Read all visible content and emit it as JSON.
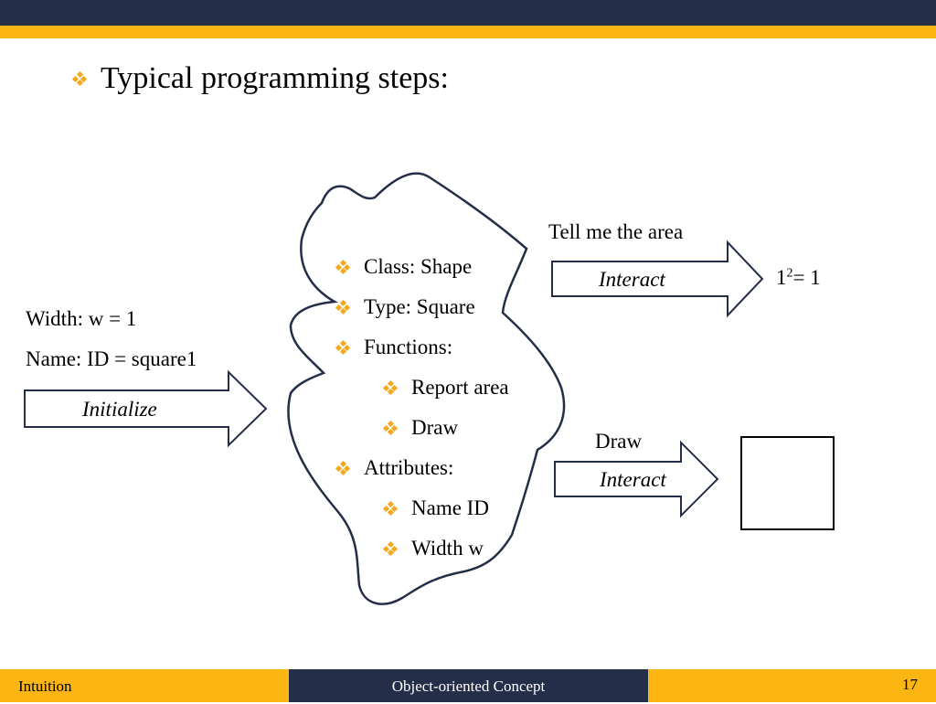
{
  "slide": {
    "heading": "Typical programming steps:",
    "left": {
      "width_label": "Width: w = 1",
      "name_label": "Name: ID = square1",
      "initialize_label": "Initialize"
    },
    "object_list": [
      {
        "text": "Class: Shape",
        "level": 1
      },
      {
        "text": "Type: Square",
        "level": 1
      },
      {
        "text": "Functions:",
        "level": 1
      },
      {
        "text": "Report area",
        "level": 2
      },
      {
        "text": "Draw",
        "level": 2
      },
      {
        "text": "Attributes:",
        "level": 1
      },
      {
        "text": "Name ID",
        "level": 2
      },
      {
        "text": "Width w",
        "level": 2
      }
    ],
    "top_right": {
      "caption": "Tell me the area",
      "arrow_label": "Interact",
      "result_base": "1",
      "result_exp": "2",
      "result_rest": "= 1"
    },
    "bottom_right": {
      "caption": "Draw",
      "arrow_label": "Interact"
    }
  },
  "footer": {
    "left": "Intuition",
    "center": "Object-oriented Concept",
    "page": "17"
  },
  "colors": {
    "navy": "#252e48",
    "gold": "#fbb614",
    "bullet": "#f4a81b"
  }
}
